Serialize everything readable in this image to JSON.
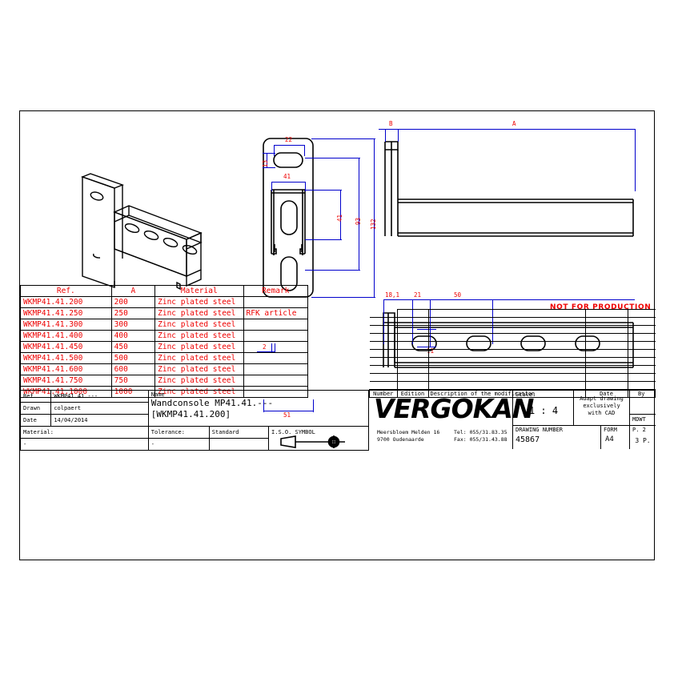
{
  "drawing": {
    "title": "Wandconsole MP41.41.---",
    "subtitle": "[WKMP41.41.200]",
    "not_for_production": "NOT FOR PRODUCTION",
    "colors": {
      "dimension": "#ee0000",
      "leader": "#0000cc",
      "outline": "#000000"
    }
  },
  "parts_table": {
    "headers": [
      "Ref.",
      "A",
      "Material",
      "Remark"
    ],
    "rows": [
      {
        "ref": "WKMP41.41.200",
        "a": "200",
        "material": "Zinc plated steel",
        "remark": ""
      },
      {
        "ref": "WKMP41.41.250",
        "a": "250",
        "material": "Zinc plated steel",
        "remark": "RFK article"
      },
      {
        "ref": "WKMP41.41.300",
        "a": "300",
        "material": "Zinc plated steel",
        "remark": ""
      },
      {
        "ref": "WKMP41.41.400",
        "a": "400",
        "material": "Zinc plated steel",
        "remark": ""
      },
      {
        "ref": "WKMP41.41.450",
        "a": "450",
        "material": "Zinc plated steel",
        "remark": ""
      },
      {
        "ref": "WKMP41.41.500",
        "a": "500",
        "material": "Zinc plated steel",
        "remark": ""
      },
      {
        "ref": "WKMP41.41.600",
        "a": "600",
        "material": "Zinc plated steel",
        "remark": ""
      },
      {
        "ref": "WKMP41.41.750",
        "a": "750",
        "material": "Zinc plated steel",
        "remark": ""
      },
      {
        "ref": "WKMP41.41.1000",
        "a": "1000",
        "material": "Zinc plated steel",
        "remark": ""
      }
    ]
  },
  "title_block": {
    "ref_label": "Ref.",
    "ref_value": "WKMP41.41.---",
    "drawn_label": "Drawn",
    "drawn_value": "colpaert",
    "date_label": "Date",
    "date_value": "14/04/2014",
    "name_label": "Name",
    "material_label": "Material:",
    "material_value": "-",
    "tolerance_label": "Tolerance:",
    "tolerance_value": "-",
    "standard_label": "Standard",
    "standard_value": "",
    "iso_symbol_label": "I.S.O. SYMBOL"
  },
  "revision_table": {
    "headers": [
      "Number",
      "Edition",
      "Description of the modification",
      "Date",
      "By"
    ],
    "rows": []
  },
  "company": {
    "logo": "VERGOKAN",
    "address_line1": "Meersbloem Melden 16",
    "address_line2": "9700 Oudenaarde",
    "tel": "Tel: 055/31.83.35",
    "fax": "Fax: 055/31.43.88"
  },
  "info_block": {
    "scale_label": "Scale:",
    "scale_value": "1 : 4",
    "cad_note_line1": "Adapt drawing",
    "cad_note_line2": "exclusively",
    "cad_note_line3": "with CAD",
    "approved_by": "MDWT",
    "drawing_number_label": "DRAWING NUMBER",
    "drawing_number": "45867",
    "form_label": "FORM",
    "form_value": "A4",
    "page_label": "P. 2",
    "page_total": "3 P."
  },
  "dimensions": {
    "front_view": {
      "slot_width_top": "22",
      "slot_height_top": "13",
      "channel_width": "41",
      "channel_height": "41",
      "mid_height": "93",
      "total_height": "132",
      "plate_width": "51",
      "lip": "2"
    },
    "side_top_view": {
      "thickness": "B",
      "length": "A"
    },
    "side_bottom_view": {
      "edge": "18,1",
      "pitch": "21",
      "spacing": "50",
      "slot_height": "11"
    }
  }
}
